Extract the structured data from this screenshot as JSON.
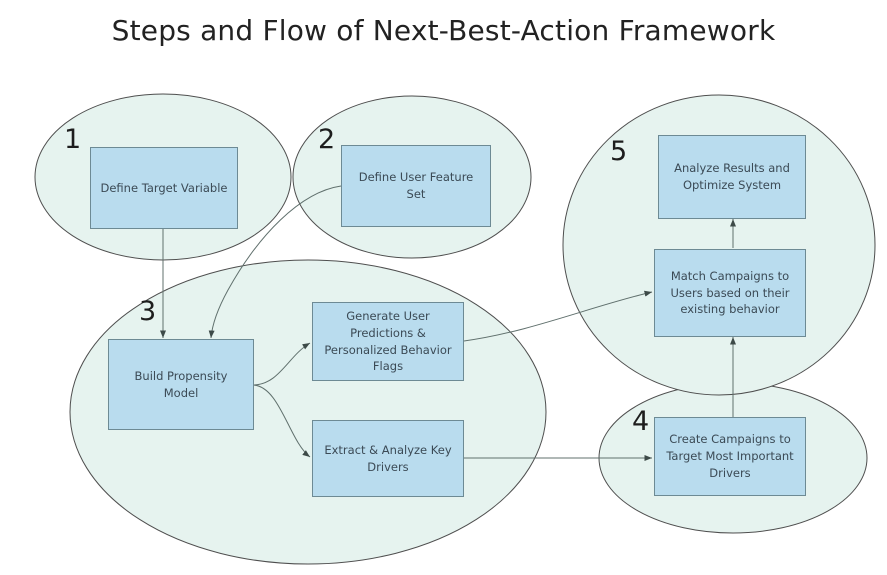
{
  "title": "Steps and Flow of Next-Best-Action Framework",
  "colors": {
    "node_fill": "#b9dcee",
    "node_stroke": "#6d8a94",
    "cluster_fill": "#e6f3ef",
    "cluster_stroke": "#4e4e4e",
    "edge_stroke": "#60706d",
    "text": "#3b4a55",
    "title_text": "#222222",
    "background": "#ffffff"
  },
  "clusters": [
    {
      "id": "cluster-1",
      "number": "1"
    },
    {
      "id": "cluster-2",
      "number": "2"
    },
    {
      "id": "cluster-3",
      "number": "3"
    },
    {
      "id": "cluster-4",
      "number": "4"
    },
    {
      "id": "cluster-5",
      "number": "5"
    }
  ],
  "nodes": [
    {
      "id": "define-target-variable",
      "label": "Define Target Variable",
      "cluster": "1"
    },
    {
      "id": "define-user-feature-set",
      "label": "Define User Feature Set",
      "cluster": "2"
    },
    {
      "id": "build-propensity-model",
      "label": "Build Propensity Model",
      "cluster": "3"
    },
    {
      "id": "generate-user-predictions",
      "label": "Generate User Predictions & Personalized Behavior Flags",
      "cluster": "3"
    },
    {
      "id": "extract-analyze-key-drivers",
      "label": "Extract & Analyze Key Drivers",
      "cluster": "3"
    },
    {
      "id": "create-campaigns",
      "label": "Create Campaigns to Target Most Important Drivers",
      "cluster": "4"
    },
    {
      "id": "match-campaigns",
      "label": "Match Campaigns to Users based on their existing behavior",
      "cluster": "5"
    },
    {
      "id": "analyze-results",
      "label": "Analyze Results and Optimize System",
      "cluster": "5"
    }
  ],
  "edges": [
    {
      "from": "define-target-variable",
      "to": "build-propensity-model"
    },
    {
      "from": "define-user-feature-set",
      "to": "build-propensity-model"
    },
    {
      "from": "build-propensity-model",
      "to": "generate-user-predictions"
    },
    {
      "from": "build-propensity-model",
      "to": "extract-analyze-key-drivers"
    },
    {
      "from": "generate-user-predictions",
      "to": "match-campaigns"
    },
    {
      "from": "extract-analyze-key-drivers",
      "to": "create-campaigns"
    },
    {
      "from": "create-campaigns",
      "to": "match-campaigns"
    },
    {
      "from": "match-campaigns",
      "to": "analyze-results"
    }
  ]
}
